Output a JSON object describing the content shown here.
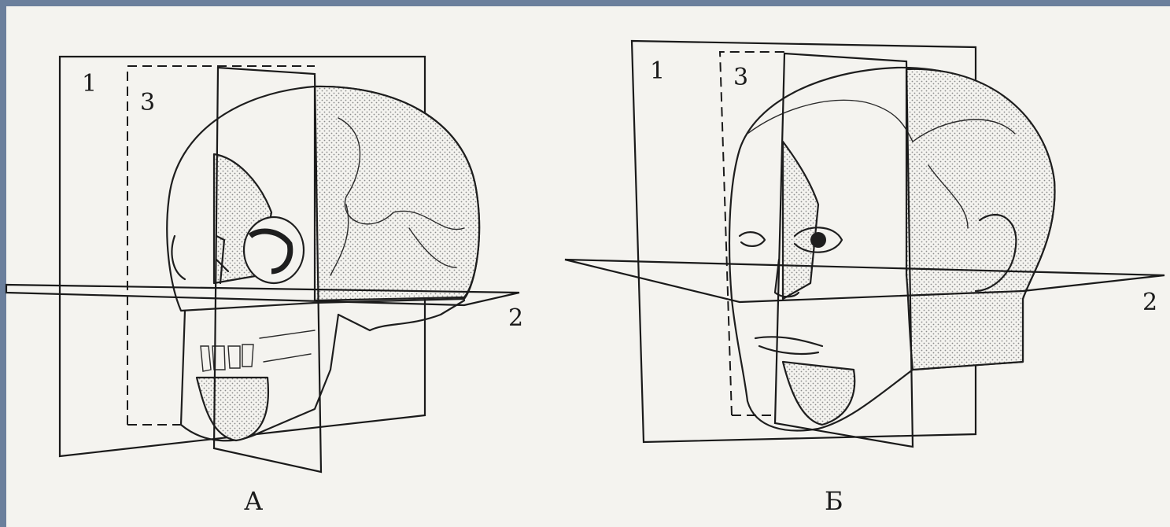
{
  "figures": [
    {
      "id": "A",
      "caption": "А",
      "subject": "skull",
      "plane_labels": {
        "frontal": "1",
        "horizontal": "2",
        "sagittal": "3"
      }
    },
    {
      "id": "B",
      "caption": "Б",
      "subject": "head",
      "plane_labels": {
        "frontal": "1",
        "horizontal": "2",
        "sagittal": "3"
      }
    }
  ],
  "colors": {
    "slide_background": "#6b7f9c",
    "paper": "#f4f3ef",
    "ink": "#1e1e1e",
    "stipple": "#8a8a8a"
  }
}
